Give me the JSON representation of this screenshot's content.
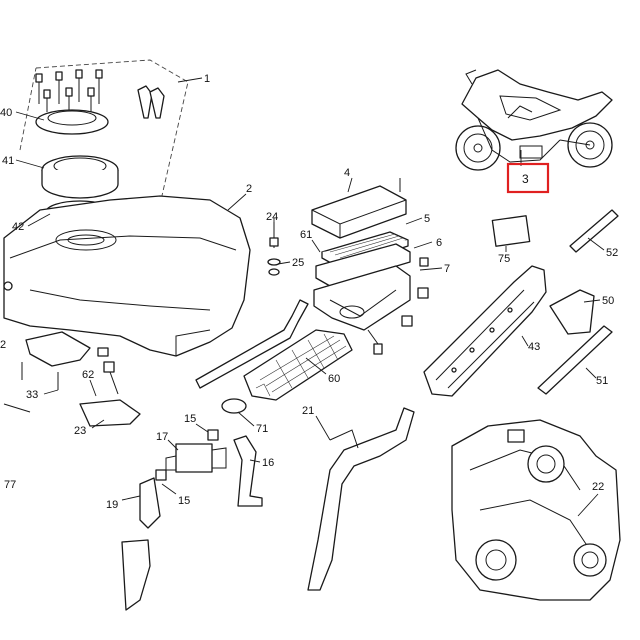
{
  "callouts": [
    {
      "id": "c1",
      "text": "1"
    },
    {
      "id": "c40",
      "text": "40"
    },
    {
      "id": "c41",
      "text": "41"
    },
    {
      "id": "c42",
      "text": "42"
    },
    {
      "id": "c2a",
      "text": "2"
    },
    {
      "id": "c2b",
      "text": "2"
    },
    {
      "id": "c4",
      "text": "4"
    },
    {
      "id": "c5",
      "text": "5"
    },
    {
      "id": "c61",
      "text": "61"
    },
    {
      "id": "c6",
      "text": "6"
    },
    {
      "id": "c7",
      "text": "7"
    },
    {
      "id": "c24",
      "text": "24"
    },
    {
      "id": "c25",
      "text": "25"
    },
    {
      "id": "c33",
      "text": "33"
    },
    {
      "id": "c62",
      "text": "62"
    },
    {
      "id": "c23",
      "text": "23"
    },
    {
      "id": "c60",
      "text": "60"
    },
    {
      "id": "c71",
      "text": "71"
    },
    {
      "id": "c21",
      "text": "21"
    },
    {
      "id": "c15a",
      "text": "15"
    },
    {
      "id": "c17",
      "text": "17"
    },
    {
      "id": "c16",
      "text": "16"
    },
    {
      "id": "c15b",
      "text": "15"
    },
    {
      "id": "c19",
      "text": "19"
    },
    {
      "id": "c77",
      "text": "77"
    },
    {
      "id": "c75",
      "text": "75"
    },
    {
      "id": "c52",
      "text": "52"
    },
    {
      "id": "c50",
      "text": "50"
    },
    {
      "id": "c43",
      "text": "43"
    },
    {
      "id": "c51",
      "text": "51"
    },
    {
      "id": "c22",
      "text": "22"
    }
  ],
  "highlight": {
    "text": "3",
    "color": "#e02020"
  }
}
